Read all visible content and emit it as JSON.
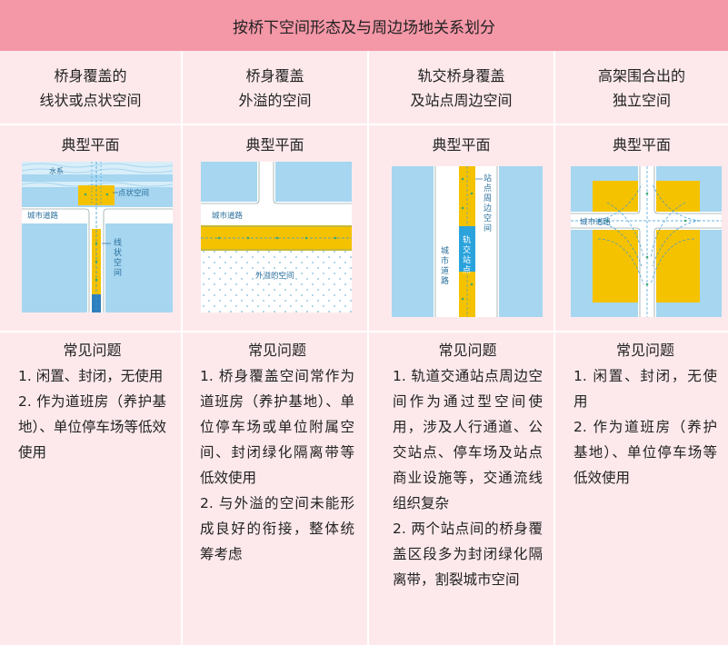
{
  "title": "按桥下空间形态及与周边场地关系划分",
  "plan_label": "典型平面",
  "problems_label": "常见问题",
  "columns": [
    {
      "head_lines": [
        "桥身覆盖的",
        "线状或点状空间"
      ],
      "diagram": {
        "water": "水系",
        "point": "点状空间",
        "road": "城市道路",
        "line_v": [
          "线",
          "状",
          "空",
          "间"
        ]
      },
      "problems": [
        "1. 闲置、封闭，无使用",
        "2. 作为道班房（养护基地）、单位停车场等低效使用"
      ]
    },
    {
      "head_lines": [
        "桥身覆盖",
        "外溢的空间"
      ],
      "diagram": {
        "road": "城市道路",
        "overflow": "外溢的空间"
      },
      "problems": [
        "1. 桥身覆盖空间常作为道班房（养护基地）、单位停车场或单位附属空间、封闭绿化隔离带等低效使用",
        "2. 与外溢的空间未能形成良好的衔接，整体统筹考虑"
      ]
    },
    {
      "head_lines": [
        "轨交桥身覆盖",
        "及站点周边空间"
      ],
      "diagram": {
        "station_around": [
          "站",
          "点",
          "周",
          "边",
          "空",
          "间"
        ],
        "road_v": [
          "城",
          "市",
          "道",
          "路"
        ],
        "station_v": [
          "轨",
          "交",
          "站",
          "点"
        ]
      },
      "problems": [
        "1. 轨道交通站点周边空间作为通过型空间使用，涉及人行通道、公交站点、停车场及站点商业设施等，交通流线组织复杂",
        "2. 两个站点间的桥身覆盖区段多为封闭绿化隔离带，割裂城市空间"
      ]
    },
    {
      "head_lines": [
        "高架围合出的",
        "独立空间"
      ],
      "diagram": {
        "road": "城市道路"
      },
      "problems": [
        "1. 闲置、封闭，无使用",
        "2. 作为道班房（养护基地）、单位停车场等低效使用"
      ]
    }
  ],
  "colors": {
    "title_bg": "#f497a7",
    "cell_bg": "#fde9ec",
    "water": "#a6d6f0",
    "road": "#ffffff",
    "bridge_yellow": "#f5c200",
    "station_blue": "#2aa3dd",
    "dot_green": "#3aa876",
    "line_blue": "#3a9bd5"
  }
}
